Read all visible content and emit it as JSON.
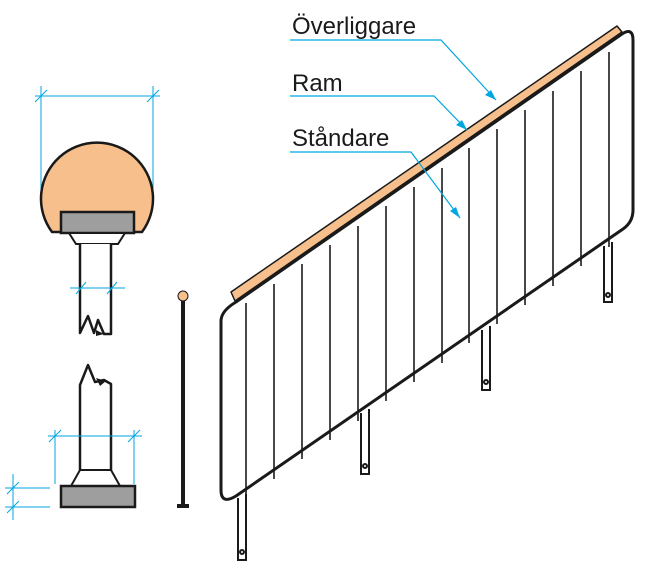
{
  "labels": {
    "top_rail": "Överliggare",
    "frame": "Ram",
    "baluster": "Ståndare"
  },
  "colors": {
    "line": "#1a1a1a",
    "accent_blue": "#00a6e0",
    "wood": "#f7bf8c",
    "base_gray": "#9e9e9e"
  }
}
